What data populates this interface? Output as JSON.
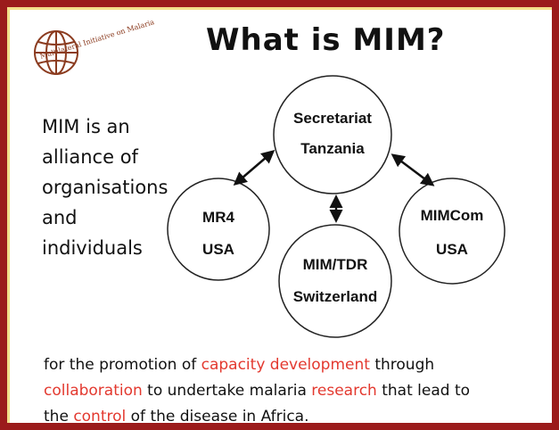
{
  "logo": {
    "text": "Multilateral Initiative on Malaria"
  },
  "title": "What is MIM?",
  "intro_lines": [
    "MIM is an",
    "alliance of",
    "organisations",
    "and",
    "individuals"
  ],
  "nodes": {
    "secretariat": {
      "line1": "Secretariat",
      "line2": "Tanzania"
    },
    "mr4": {
      "line1": "MR4",
      "line2": "USA"
    },
    "mimtdr": {
      "line1": "MIM/TDR",
      "line2": "Switzerland"
    },
    "mimcom": {
      "line1": "MIMCom",
      "line2": "USA"
    }
  },
  "bottom": {
    "l1a": "for the promotion of ",
    "l1b": "capacity development",
    "l1c": " through",
    "l2a": "collaboration",
    "l2b": " to undertake malaria ",
    "l2c": "research",
    "l2d": " that lead to",
    "l3a": "the ",
    "l3b": "control",
    "l3c": " of the disease in Africa."
  },
  "colors": {
    "border": "#9b1b1b",
    "highlight": "#e3392f",
    "logo": "#8b3b1f"
  }
}
